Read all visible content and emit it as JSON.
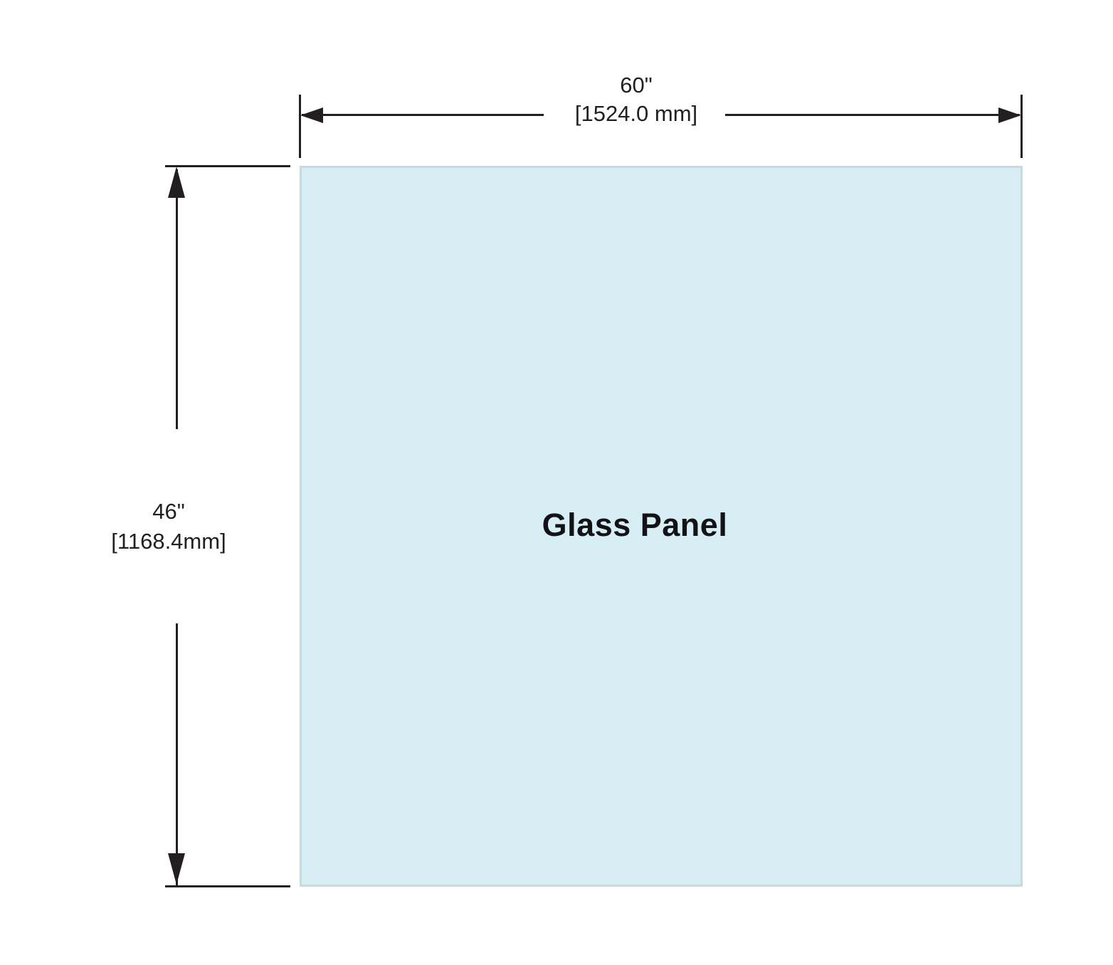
{
  "panel": {
    "label": "Glass Panel",
    "fill_color": "#d7eef5",
    "border_color": "#c6dbe1"
  },
  "width_dimension": {
    "inches": "60\"",
    "mm": "[1524.0 mm]"
  },
  "height_dimension": {
    "inches": "46\"",
    "mm": "[1168.4mm]"
  },
  "line_color": "#231f20",
  "background_color": "#ffffff"
}
